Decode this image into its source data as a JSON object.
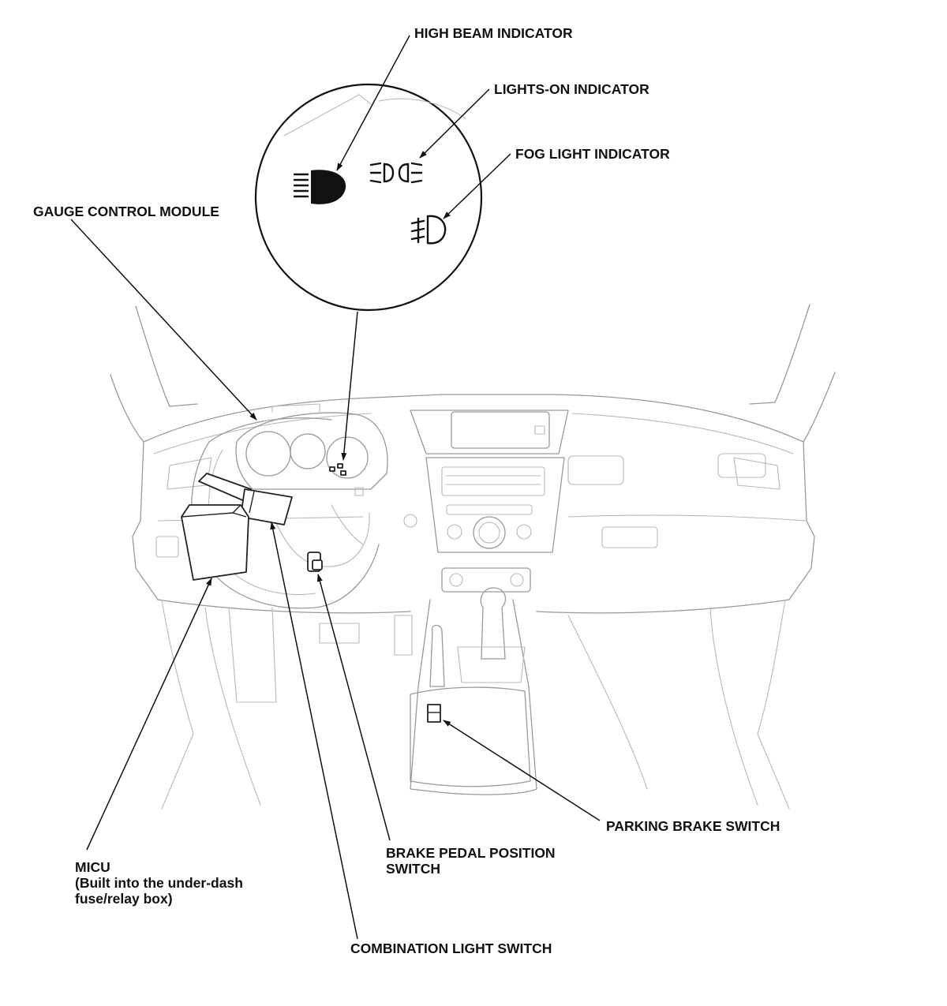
{
  "labels": {
    "high_beam_indicator": "HIGH BEAM INDICATOR",
    "lights_on_indicator": "LIGHTS-ON INDICATOR",
    "fog_light_indicator": "FOG LIGHT INDICATOR",
    "gauge_control_module": "GAUGE CONTROL MODULE",
    "micu": {
      "line1": "MICU",
      "line2": "(Built into the under-dash",
      "line3": "fuse/relay box)"
    },
    "brake_pedal_position_switch": {
      "line1": "BRAKE PEDAL POSITION",
      "line2": "SWITCH"
    },
    "combination_light_switch": "COMBINATION LIGHT SWITCH",
    "parking_brake_switch": "PARKING BRAKE SWITCH"
  },
  "icons": {
    "detail_view": "magnified-gauge-cluster",
    "high_beam": "high-beam-indicator-icon",
    "lights_on": "lights-on-indicator-icon",
    "fog_light": "fog-light-indicator-icon"
  },
  "colors": {
    "ink": "#111111",
    "outline": "#9a9a9a",
    "background": "#ffffff"
  }
}
